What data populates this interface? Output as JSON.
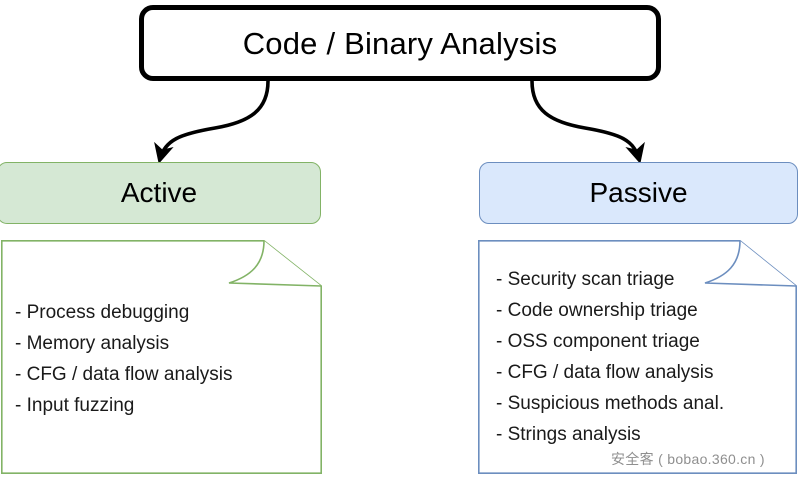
{
  "diagram": {
    "type": "tree",
    "root": {
      "label": "Code / Binary Analysis"
    },
    "branches": [
      {
        "key": "active",
        "label": "Active",
        "fill": "#d5e8d4",
        "stroke": "#82b366",
        "items": [
          "- Process debugging",
          "- Memory analysis",
          "- CFG / data flow analysis",
          "- Input fuzzing"
        ]
      },
      {
        "key": "passive",
        "label": "Passive",
        "fill": "#dae8fc",
        "stroke": "#6c8ebf",
        "items": [
          "- Security scan triage",
          "- Code ownership triage",
          "- OSS component triage",
          "- CFG / data flow analysis",
          "- Suspicious methods anal.",
          "- Strings analysis"
        ]
      }
    ],
    "connectors": {
      "arrow_color": "#000000",
      "left_arrow_name": "arrow-to-active",
      "right_arrow_name": "arrow-to-passive"
    }
  },
  "watermark": {
    "text": "安全客 ( bobao.360.cn )",
    "color": "#8f8f8f"
  }
}
